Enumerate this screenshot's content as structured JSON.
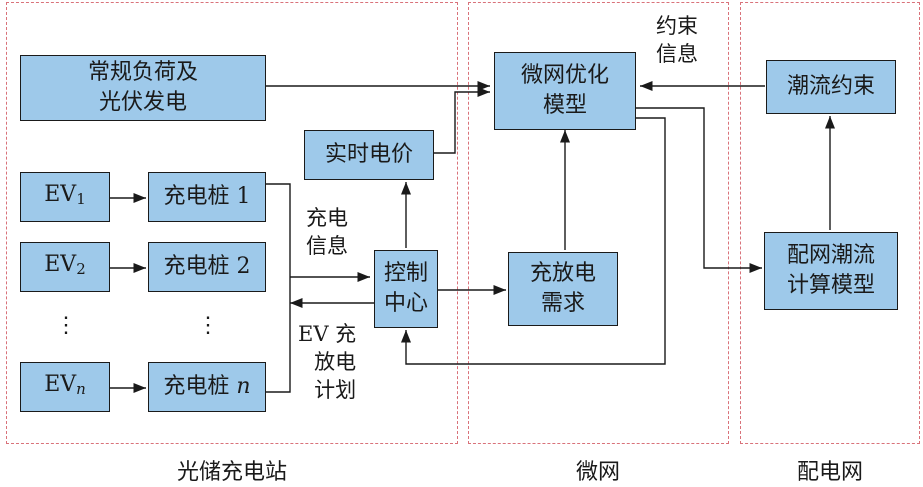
{
  "regions": {
    "station": "光储充电站",
    "microgrid": "微网",
    "distribution": "配电网"
  },
  "boxes": {
    "conventional_load": [
      "常规负荷及",
      "光伏发电"
    ],
    "realtime_price": "实时电价",
    "ev1_prefix": "EV",
    "ev1_sub": "1",
    "ev2_prefix": "EV",
    "ev2_sub": "2",
    "evn_prefix": "EV",
    "evn_sub": "n",
    "pile1": "充电桩 1",
    "pile2": "充电桩 2",
    "pilen_text": "充电桩 ",
    "pilen_var": "n",
    "control_center": [
      "控制",
      "中心"
    ],
    "microgrid_opt": [
      "微网优化",
      "模型"
    ],
    "charge_demand": [
      "充放电",
      "需求"
    ],
    "flow_constraint": "潮流约束",
    "flow_calc": [
      "配网潮流",
      "计算模型"
    ]
  },
  "edge_labels": {
    "charge_info": [
      "充电",
      "信息"
    ],
    "ev_plan": [
      "EV 充",
      "放电",
      "计划"
    ],
    "constraint_info": [
      "约束",
      "信息"
    ]
  },
  "ellipsis": "⋮"
}
